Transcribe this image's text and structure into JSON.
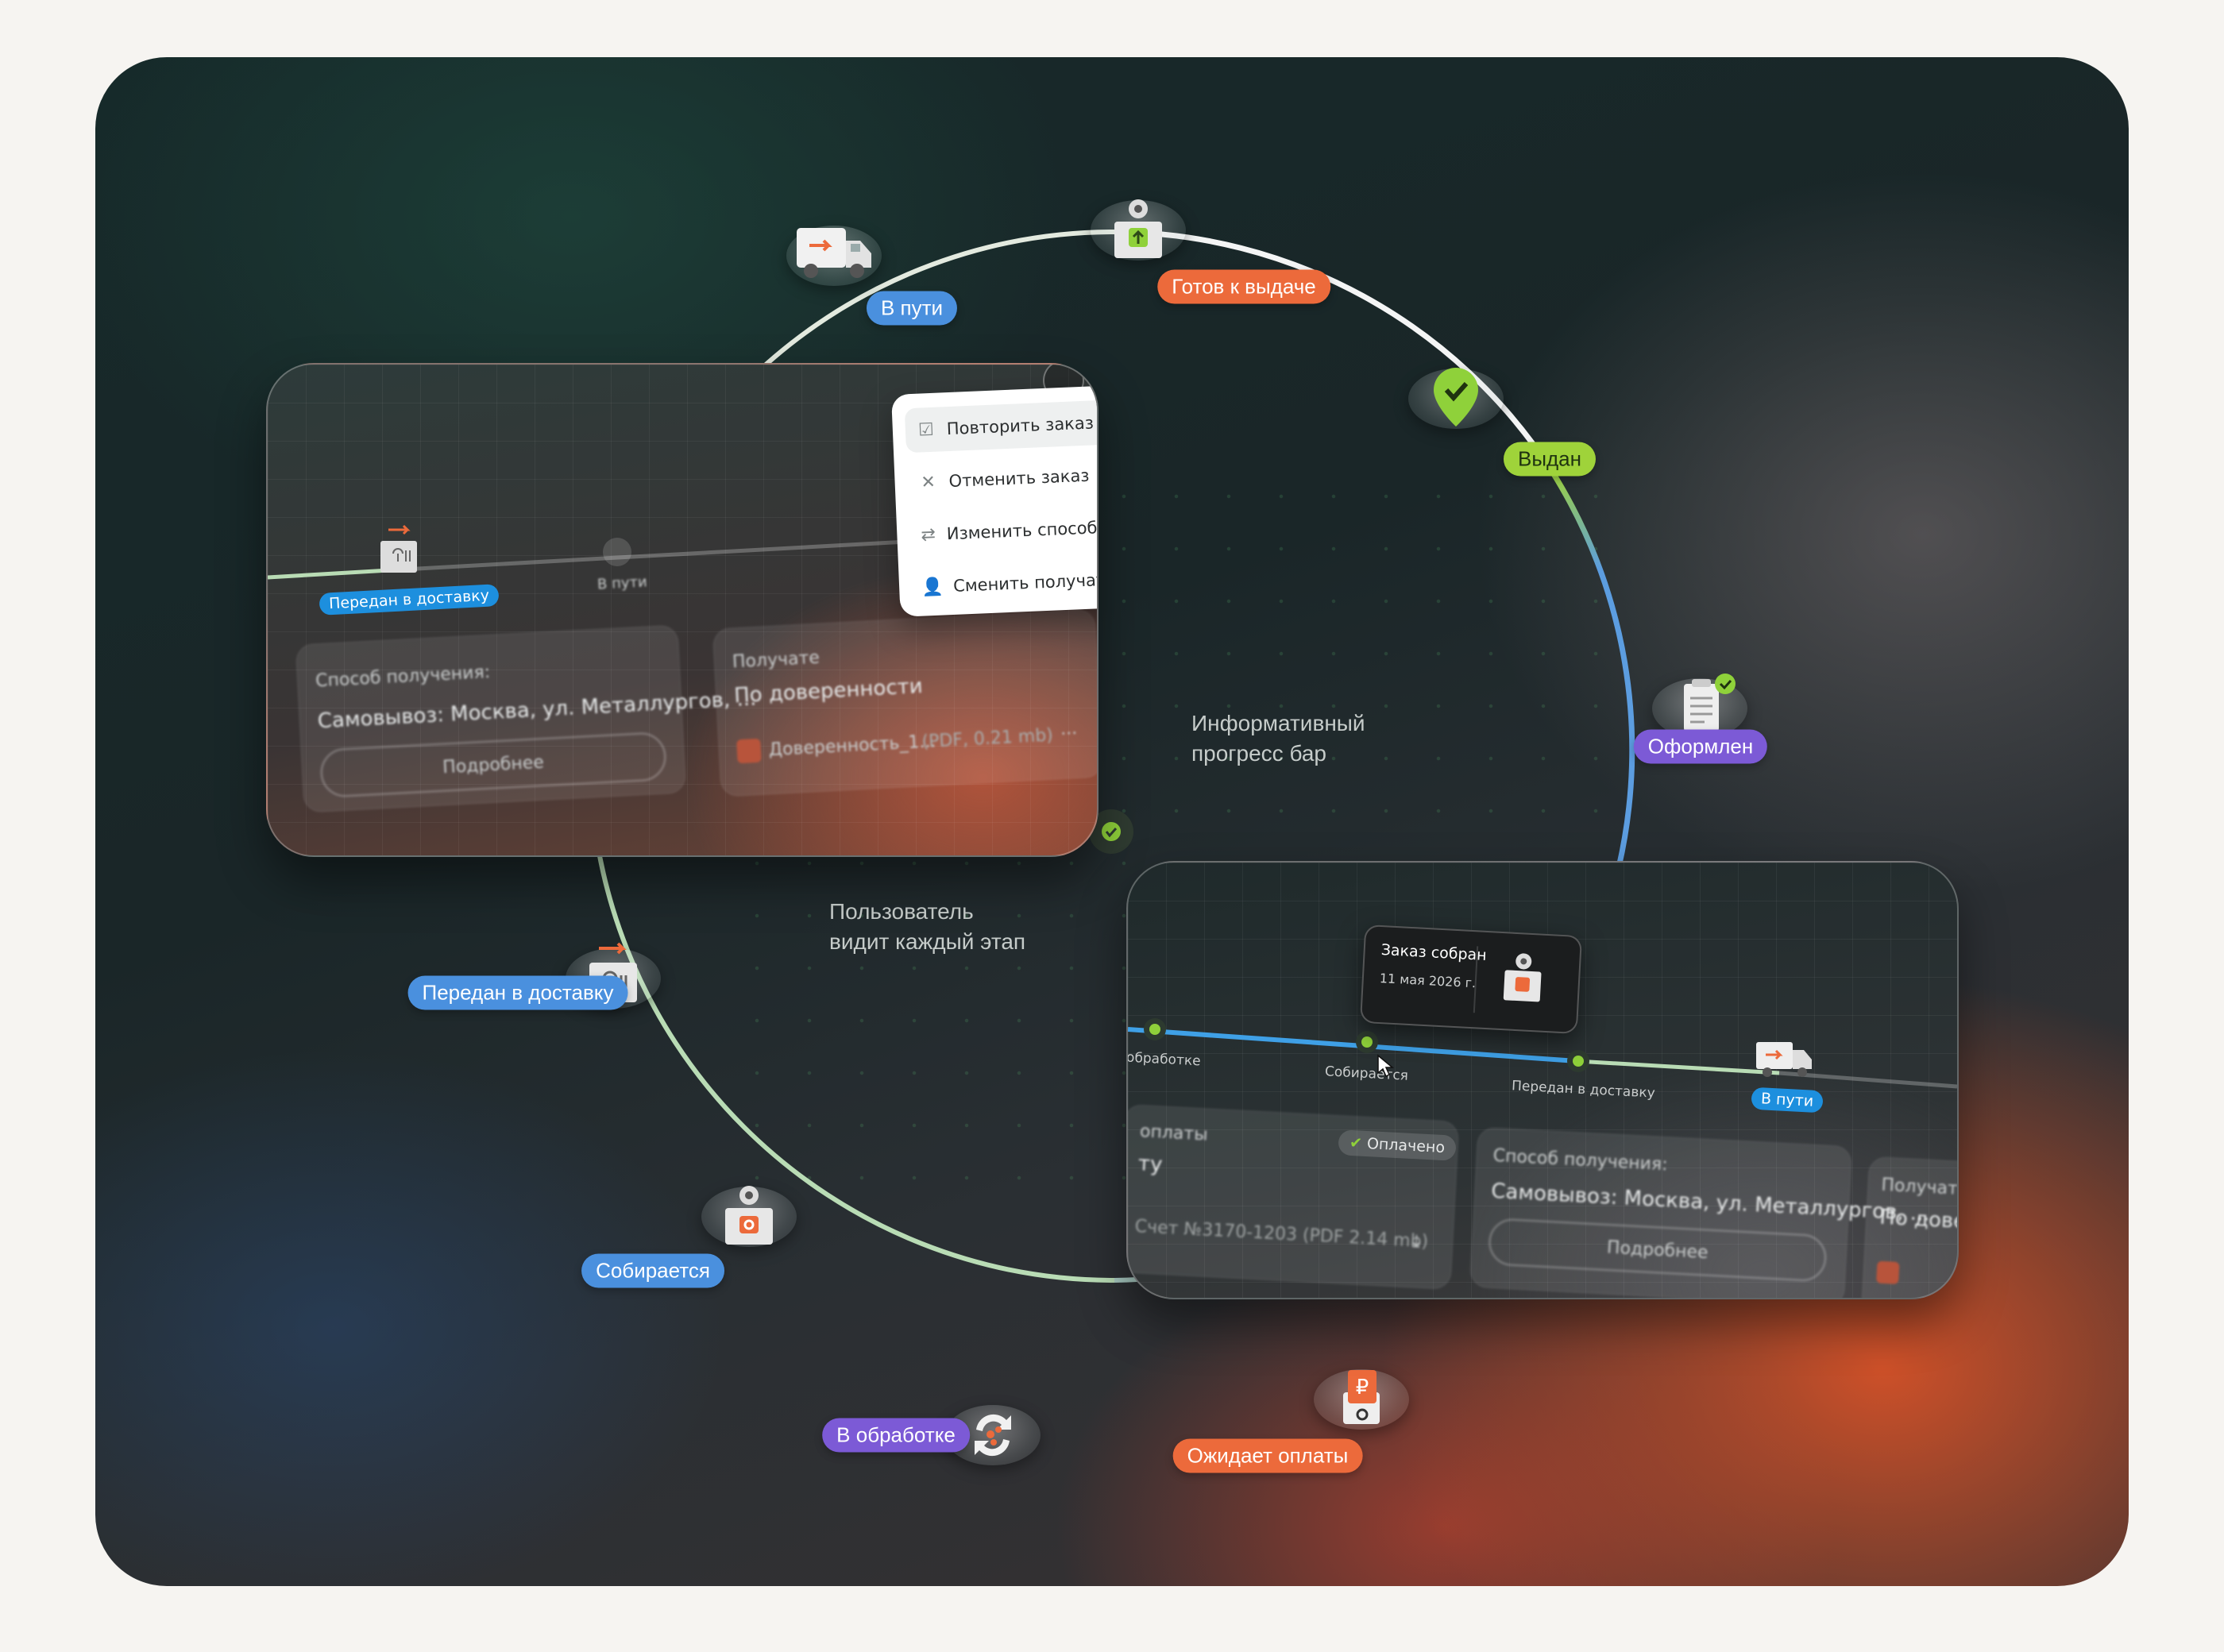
{
  "ring_stages": [
    {
      "key": "in-transit",
      "label": "В пути",
      "color": "#3d8fe0"
    },
    {
      "key": "ready",
      "label": "Готов к выдаче",
      "color": "#ec6a3b"
    },
    {
      "key": "issued",
      "label": "Выдан",
      "color": "#9fd33a"
    },
    {
      "key": "placed",
      "label": "Оформлен",
      "color": "#7c5ad6"
    },
    {
      "key": "awaiting-payment",
      "label": "Ожидает оплаты",
      "color": "#ec6a3b"
    },
    {
      "key": "processing",
      "label": "В обработке",
      "color": "#7c5ad6"
    },
    {
      "key": "assembling",
      "label": "Собирается",
      "color": "#3d8fe0"
    },
    {
      "key": "handed-over",
      "label": "Передан в доставку",
      "color": "#3d8fe0"
    }
  ],
  "notes": {
    "progress_line1": "Информативный",
    "progress_line2": "прогресс бар",
    "user_line1": "Пользователь",
    "user_line2": "видит каждый этап"
  },
  "left_card": {
    "stage_label": "Передан в доставку",
    "next_stage": "В пути",
    "receive_title": "Способ получения:",
    "receive_value": "Самовывоз: Москва, ул. Металлургов, ...",
    "details_button": "Подробнее",
    "recipient_title": "Получате",
    "recipient_value": "По доверенности",
    "file_name": "Доверенность_1...",
    "file_meta": "(PDF, 0.21 mb)",
    "more": "...",
    "menu": [
      {
        "icon": "☑",
        "label": "Повторить заказ"
      },
      {
        "icon": "✕",
        "label": "Отменить заказ"
      },
      {
        "icon": "⇄",
        "label": "Изменить способ получения"
      },
      {
        "icon": "👤",
        "label": "Сменить получателя"
      }
    ]
  },
  "right_card": {
    "tooltip_title": "Заказ собран",
    "tooltip_date": "11 мая 2026 г.",
    "steps": [
      "обработке",
      "Собирается",
      "Передан в доставку"
    ],
    "current_pill": "В пути",
    "pay_title": "оплаты",
    "pay_value": "ту",
    "paid_badge": "Оплачено",
    "invoice": "Счет №3170-1203 (PDF 2.14 mb)",
    "receive_title": "Способ получения:",
    "receive_value": "Самовывоз: Москва, ул. Металлургов, ...",
    "details_button": "Подробнее",
    "recipient_title": "Получате",
    "recipient_value": "По довер"
  }
}
